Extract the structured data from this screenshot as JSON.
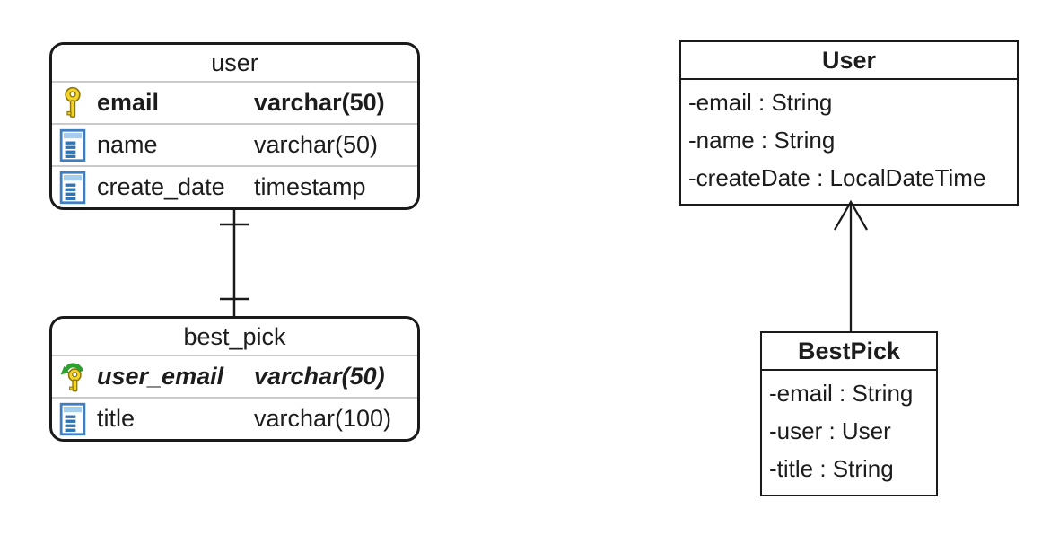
{
  "er": {
    "tables": [
      {
        "name": "user",
        "columns": [
          {
            "icon": "primary-key-icon",
            "name": "email",
            "type": "varchar(50)"
          },
          {
            "icon": "column-icon",
            "name": "name",
            "type": "varchar(50)"
          },
          {
            "icon": "column-icon",
            "name": "create_date",
            "type": "timestamp"
          }
        ]
      },
      {
        "name": "best_pick",
        "columns": [
          {
            "icon": "foreign-key-icon",
            "name": "user_email",
            "type": "varchar(50)"
          },
          {
            "icon": "column-icon",
            "name": "title",
            "type": "varchar(100)"
          }
        ]
      }
    ],
    "relationship": {
      "from": "user",
      "to": "best_pick",
      "cardinality": "one-to-one"
    }
  },
  "uml": {
    "classes": [
      {
        "name": "User",
        "attributes": [
          "-email : String",
          "-name : String",
          "-createDate : LocalDateTime"
        ]
      },
      {
        "name": "BestPick",
        "attributes": [
          "-email : String",
          "-user : User",
          "-title : String"
        ]
      }
    ],
    "arrow": {
      "from": "BestPick",
      "to": "User",
      "head": "open-arrowhead"
    }
  },
  "colors": {
    "line": "#1a1a1a",
    "row_separator": "#cacaca",
    "pk_key_yellow": "#f2d42a",
    "pk_key_outline": "#8f7608",
    "fk_arrow_green": "#2da12e",
    "column_icon_blue": "#2e75b6",
    "column_icon_light_blue": "#a6cfee",
    "column_icon_border": "#3f7fc1",
    "background": "#ffffff"
  }
}
